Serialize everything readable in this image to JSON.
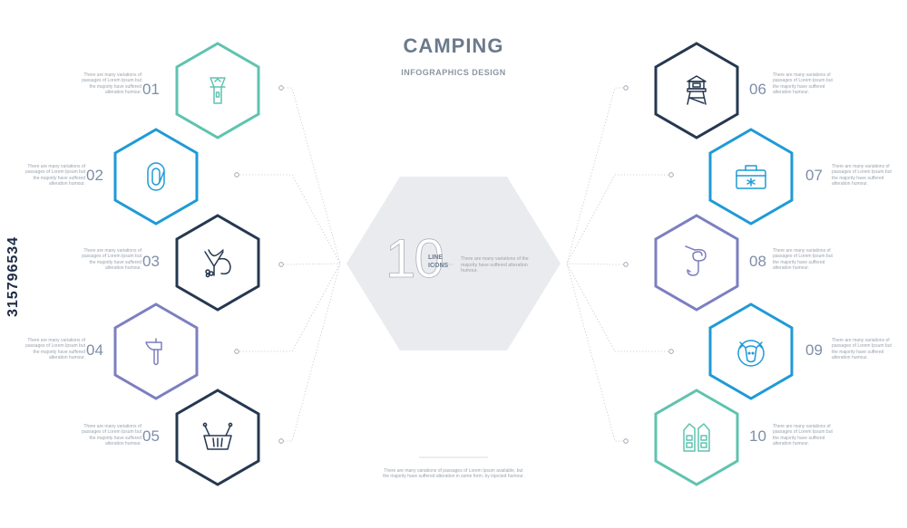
{
  "header": {
    "title": "CAMPING",
    "subtitle": "INFOGRAPHICS DESIGN"
  },
  "center": {
    "number": "10",
    "line1": "LINE",
    "line2": "ICONS",
    "description": "There are many variations of the majority have suffered alteration humour."
  },
  "item_text": "There are many variations of passages of Lorem Ipsum but the majority have suffered alteration humour.",
  "footer": "There are many variations of passages of Lorem Ipsum available, but the majority have suffered alteration in some form, by injected humour.",
  "watermark_id": "315796534",
  "colors": {
    "teal": "#5fc3b0",
    "blue": "#1f9ad6",
    "navy": "#253850",
    "purple": "#7c7fc0",
    "hex_fill": "#e9ebee",
    "dots": "#bfc5cc"
  },
  "items": [
    {
      "number": "01",
      "icon": "flashlight-icon",
      "color": "teal"
    },
    {
      "number": "02",
      "icon": "carabiner-icon",
      "color": "blue"
    },
    {
      "number": "03",
      "icon": "slingshot-icon",
      "color": "navy"
    },
    {
      "number": "04",
      "icon": "axe-icon",
      "color": "purple"
    },
    {
      "number": "05",
      "icon": "basket-icon",
      "color": "navy"
    },
    {
      "number": "06",
      "icon": "watchtower-icon",
      "color": "navy"
    },
    {
      "number": "07",
      "icon": "cooler-box-icon",
      "color": "blue"
    },
    {
      "number": "08",
      "icon": "fishing-hook-icon",
      "color": "purple"
    },
    {
      "number": "09",
      "icon": "moose-head-icon",
      "color": "blue"
    },
    {
      "number": "10",
      "icon": "vest-icon",
      "color": "teal"
    }
  ]
}
